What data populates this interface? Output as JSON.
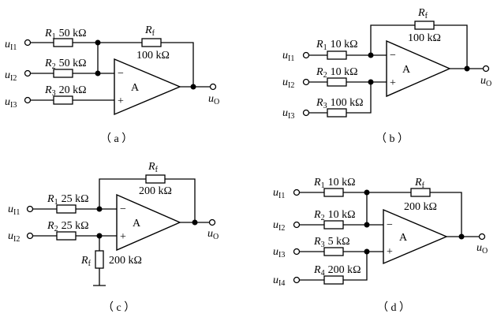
{
  "circuits": {
    "a": {
      "caption": "（ a ）",
      "amp_label": "A",
      "minus": "−",
      "plus": "+",
      "in1": {
        "sym": "u",
        "sub": "I1"
      },
      "in2": {
        "sym": "u",
        "sub": "I2"
      },
      "in3": {
        "sym": "u",
        "sub": "I3"
      },
      "out": {
        "sym": "u",
        "sub": "O"
      },
      "r1": {
        "sym": "R",
        "sub": "1",
        "value": "50 kΩ"
      },
      "r2": {
        "sym": "R",
        "sub": "2",
        "value": "50 kΩ"
      },
      "r3": {
        "sym": "R",
        "sub": "3",
        "value": "20 kΩ"
      },
      "rf": {
        "sym": "R",
        "sub": "f",
        "value": "100 kΩ"
      }
    },
    "b": {
      "caption": "（ b ）",
      "amp_label": "A",
      "minus": "−",
      "plus": "+",
      "in1": {
        "sym": "u",
        "sub": "I1"
      },
      "in2": {
        "sym": "u",
        "sub": "I2"
      },
      "in3": {
        "sym": "u",
        "sub": "I3"
      },
      "out": {
        "sym": "u",
        "sub": "O"
      },
      "r1": {
        "sym": "R",
        "sub": "1",
        "value": "10 kΩ"
      },
      "r2": {
        "sym": "R",
        "sub": "2",
        "value": "10 kΩ"
      },
      "r3": {
        "sym": "R",
        "sub": "3",
        "value": "100 kΩ"
      },
      "rf": {
        "sym": "R",
        "sub": "f",
        "value": "100 kΩ"
      }
    },
    "c": {
      "caption": "（ c ）",
      "amp_label": "A",
      "minus": "−",
      "plus": "+",
      "in1": {
        "sym": "u",
        "sub": "I1"
      },
      "in2": {
        "sym": "u",
        "sub": "I2"
      },
      "out": {
        "sym": "u",
        "sub": "O"
      },
      "r1": {
        "sym": "R",
        "sub": "1",
        "value": "25 kΩ"
      },
      "r2": {
        "sym": "R",
        "sub": "2",
        "value": "25 kΩ"
      },
      "rf": {
        "sym": "R",
        "sub": "f",
        "value": "200 kΩ"
      },
      "rg": {
        "sym": "R",
        "sub": "f",
        "value": "200 kΩ"
      }
    },
    "d": {
      "caption": "（ d ）",
      "amp_label": "A",
      "minus": "−",
      "plus": "+",
      "in1": {
        "sym": "u",
        "sub": "I1"
      },
      "in2": {
        "sym": "u",
        "sub": "I2"
      },
      "in3": {
        "sym": "u",
        "sub": "I3"
      },
      "in4": {
        "sym": "u",
        "sub": "I4"
      },
      "out": {
        "sym": "u",
        "sub": "O"
      },
      "r1": {
        "sym": "R",
        "sub": "1",
        "value": "10 kΩ"
      },
      "r2": {
        "sym": "R",
        "sub": "2",
        "value": "10 kΩ"
      },
      "r3": {
        "sym": "R",
        "sub": "3",
        "value": "5 kΩ"
      },
      "r4": {
        "sym": "R",
        "sub": "4",
        "value": "200 kΩ"
      },
      "rf": {
        "sym": "R",
        "sub": "f",
        "value": "200 kΩ"
      }
    }
  }
}
